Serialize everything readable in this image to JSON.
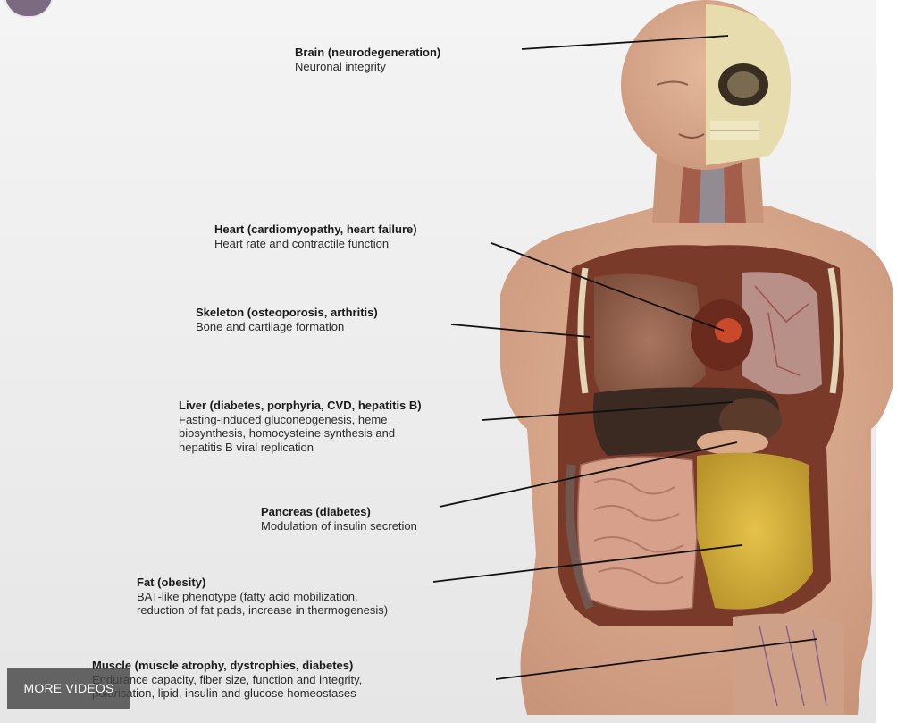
{
  "labels": [
    {
      "id": "brain",
      "title": "Brain (neurodegeneration)",
      "desc": [
        "Neuronal integrity"
      ]
    },
    {
      "id": "heart",
      "title": "Heart (cardiomyopathy, heart failure)",
      "desc": [
        "Heart rate and contractile function"
      ]
    },
    {
      "id": "skeleton",
      "title": "Skeleton (osteoporosis, arthritis)",
      "desc": [
        "Bone and cartilage formation"
      ]
    },
    {
      "id": "liver",
      "title": "Liver (diabetes, porphyria, CVD, hepatitis B)",
      "desc": [
        "Fasting-induced gluconeogenesis, heme",
        "biosynthesis, homocysteine synthesis and",
        "hepatitis B viral replication"
      ]
    },
    {
      "id": "pancreas",
      "title": "Pancreas (diabetes)",
      "desc": [
        "Modulation of insulin secretion"
      ]
    },
    {
      "id": "fat",
      "title": "Fat (obesity)",
      "desc": [
        "BAT-like phenotype (fatty acid mobilization,",
        "reduction of fat pads, increase in thermogenesis)"
      ]
    },
    {
      "id": "muscle",
      "title": "Muscle (muscle atrophy, dystrophies, diabetes)",
      "desc": [
        "Endurance capacity, fiber size, function and integrity,",
        "polarisation, lipid, insulin and glucose homeostases"
      ]
    }
  ],
  "overlay": {
    "more_videos": "MORE VIDEOS"
  },
  "colors": {
    "skin": "#d9a98a",
    "skull": "#e7dcae",
    "liver": "#3a2a22",
    "fat": "#d9b53a",
    "lung": "#9c6a52",
    "intestine": "#d7a08a"
  }
}
